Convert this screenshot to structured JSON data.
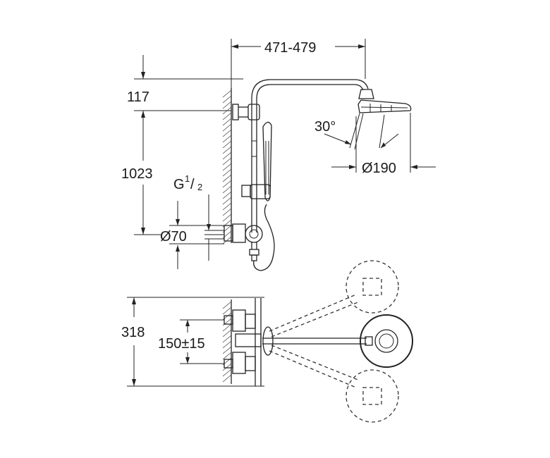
{
  "dimensions": {
    "arm_reach": "471-479",
    "head_height": "117",
    "riser_height": "1023",
    "thread_prefix": "G",
    "thread_num": "1",
    "thread_den": "2",
    "rosette_dia": "Ø70",
    "spray_angle": "30°",
    "head_dia": "Ø190",
    "plan_depth": "318",
    "inlet_centres": "150±15"
  }
}
